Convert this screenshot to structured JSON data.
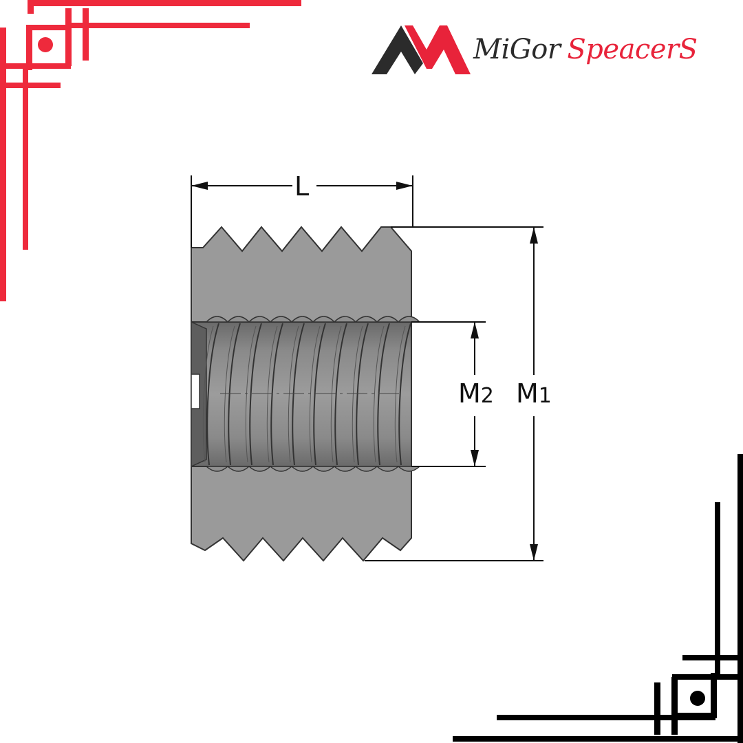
{
  "brand": {
    "name_part1": "MiGor",
    "name_part2": "SpeacerS",
    "primary_color": "#2b2b2b",
    "accent_color": "#e8233a",
    "logo_icon": "double-m-mountain-icon"
  },
  "decor": {
    "top_left_corner": {
      "color": "#ee2a3c",
      "icon": "corner-ornament-icon"
    },
    "bottom_right_corner": {
      "color": "#000000",
      "icon": "corner-ornament-icon"
    }
  },
  "drawing": {
    "part": "threaded-spacer-icon",
    "body_color": "#9a9a9a",
    "dimensions": {
      "length": "L",
      "outer_thread": {
        "letter": "M",
        "index": "1"
      },
      "inner_thread": {
        "letter": "M",
        "index": "2"
      }
    }
  }
}
